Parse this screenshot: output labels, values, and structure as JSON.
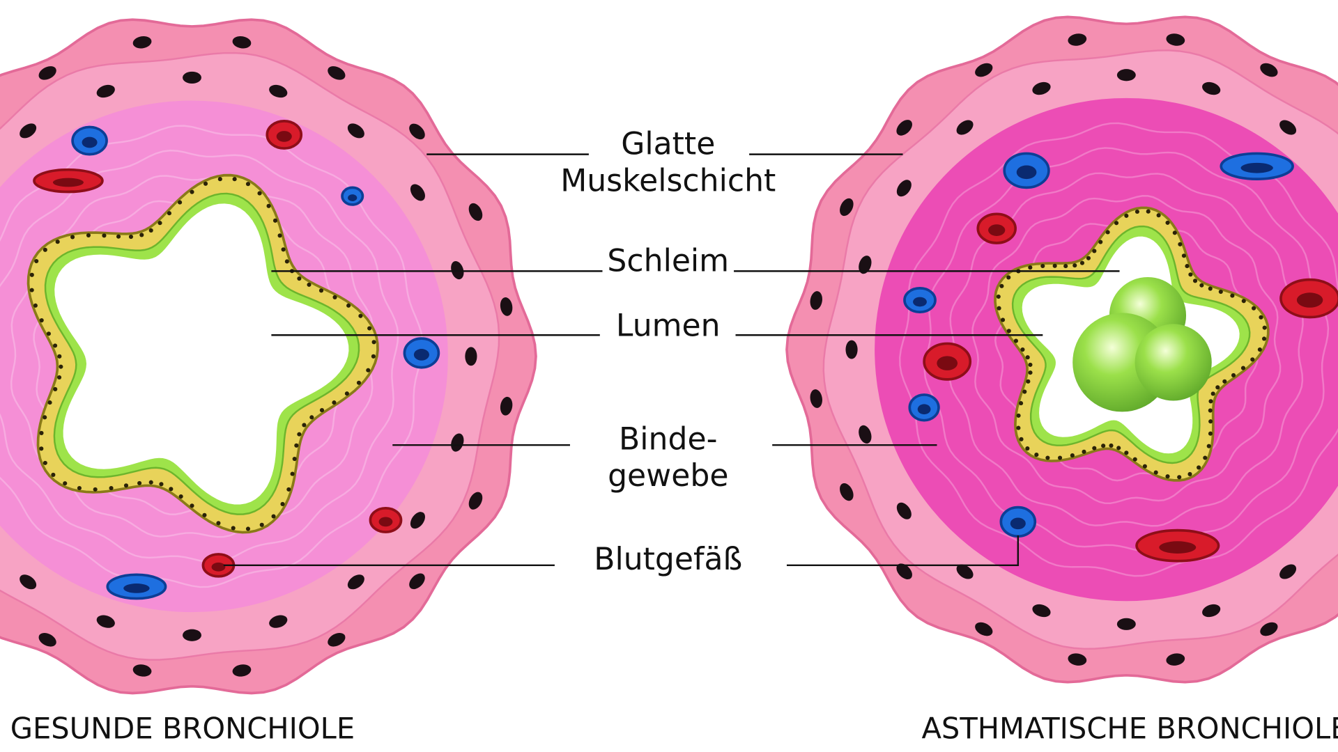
{
  "labels": {
    "smooth_muscle": [
      "Glatte",
      "Muskelschicht"
    ],
    "mucus": "Schleim",
    "lumen": "Lumen",
    "connective_tissue": [
      "Binde-",
      "gewebe"
    ],
    "blood_vessel": "Blutgefäß"
  },
  "captions": {
    "healthy": "GESUNDE BRONCHIOLE",
    "asthmatic": "ASTHMATISCHE BRONCHIOLE"
  },
  "colors": {
    "outer_layer": "#f48fb1",
    "healthy_tissue": "#f58fd6",
    "asthmatic_tissue": "#ec4db5",
    "epithelium": "#e8d35a",
    "mucus": "#9ee34a",
    "vessel_red": "#d81b2a",
    "vessel_blue": "#1e6fe0"
  }
}
